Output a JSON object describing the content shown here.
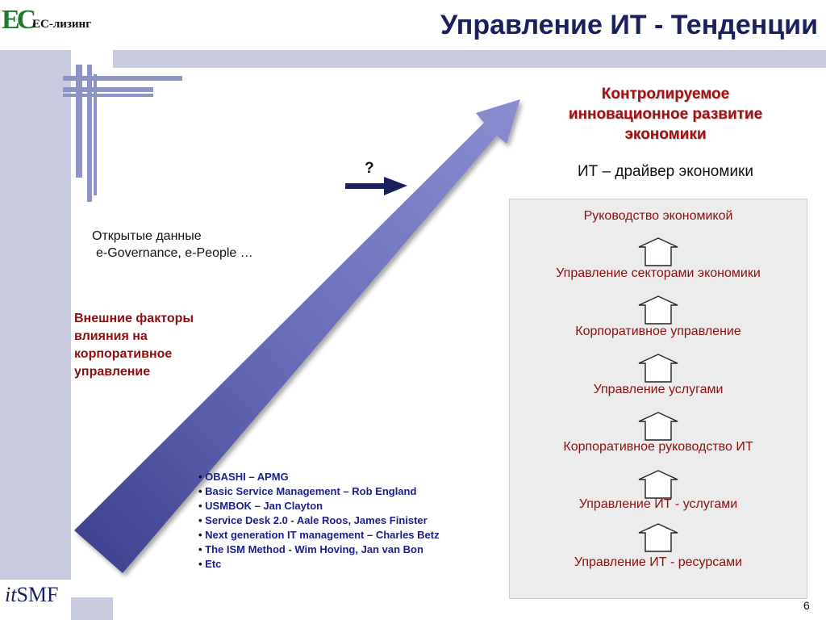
{
  "logo": {
    "mark": "ЕС",
    "text": "ЕС-лизинг"
  },
  "title": "Управление ИТ - Тенденции",
  "right": {
    "title_lines": [
      "Контролируемое",
      "инновационное развитие",
      "экономики"
    ],
    "subtitle": "ИТ – драйвер экономики",
    "levels": [
      "Руководство экономикой",
      "Управление секторами экономики",
      "Корпоративное управление",
      "Управление услугами",
      "Корпоративное руководство ИТ",
      "Управление ИТ - услугами",
      "Управление ИТ - ресурсами"
    ]
  },
  "question_mark": "?",
  "open_data": {
    "line1": "Открытые данные",
    "line2": "e-Governance, e-People …"
  },
  "external_factors": [
    "Внешние факторы",
    "влияния на",
    "корпоративное",
    "управление"
  ],
  "methods": [
    "OBASHI – APMG",
    "Basic Service Management – Rob England",
    "USMBOK – Jan Clayton",
    "Service Desk 2.0 - Aale Roos,  James Finister",
    "Next generation IT management – Charles Betz",
    "The ISM Method - Wim Hoving, Jan van Bon",
    "Etc"
  ],
  "page_number": "6",
  "footer_logo": {
    "it": "it",
    "smf": "SMF"
  },
  "colors": {
    "accent_dark": "#1a1f5e",
    "accent_red": "#a01010",
    "arrow": "#5a5ea8",
    "strip": "#c8cbe0"
  }
}
